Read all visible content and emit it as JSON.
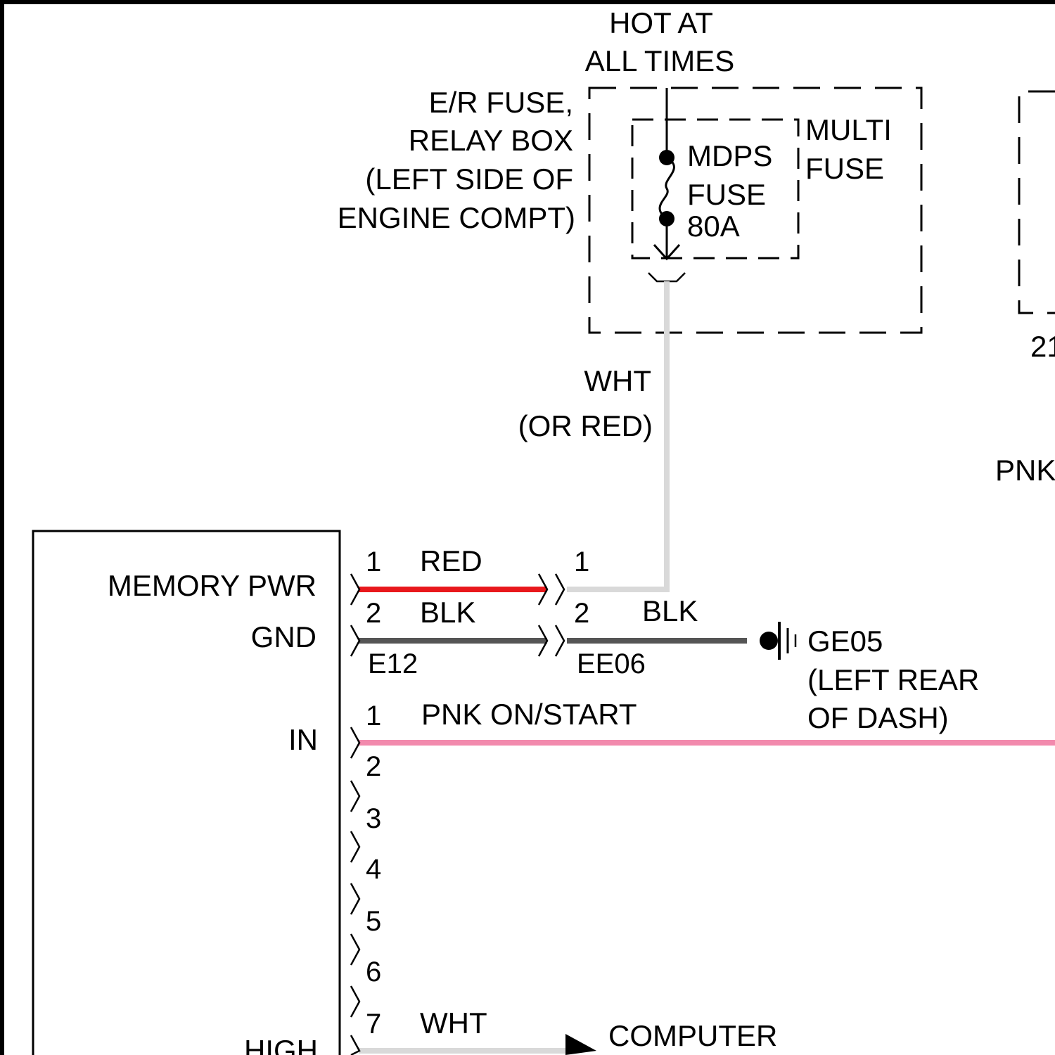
{
  "colors": {
    "red_wire": "#e8181c",
    "blk_wire": "#555555",
    "wht_wire": "#d9d9d9",
    "pnk_wire": "#f28aad",
    "line": "#000000"
  },
  "power": {
    "line1": "HOT AT",
    "line2": "ALL TIMES"
  },
  "fuse_box": {
    "line1": "E/R FUSE,",
    "line2": "RELAY BOX",
    "line3": "(LEFT SIDE OF",
    "line4": "ENGINE COMPT)"
  },
  "fuse": {
    "line1": "MDPS",
    "line2": "FUSE",
    "line3": "80A"
  },
  "multi_fuse": {
    "line1": "MULTI",
    "line2": "FUSE"
  },
  "right_box_partial": "21",
  "wire_wht_label": {
    "line1": "WHT",
    "line2": "(OR RED)"
  },
  "pnk_partial": "PNK",
  "module": {
    "labels": {
      "memory_pwr": "MEMORY PWR",
      "gnd": "GND",
      "in": "IN",
      "high": "HIGH"
    }
  },
  "connector_e12": {
    "name": "E12",
    "pins": [
      "1",
      "2"
    ]
  },
  "connector_ee06": {
    "name": "EE06",
    "pins": [
      "1",
      "2"
    ]
  },
  "wires": {
    "red": "RED",
    "blk_left": "BLK",
    "blk_right": "BLK",
    "pnk": "PNK ON/START",
    "wht_bottom": "WHT"
  },
  "ground": {
    "name": "GE05",
    "line2": "(LEFT REAR",
    "line3": "OF DASH)"
  },
  "lower_pins": [
    "1",
    "2",
    "3",
    "4",
    "5",
    "6",
    "7"
  ],
  "computer": "COMPUTER"
}
